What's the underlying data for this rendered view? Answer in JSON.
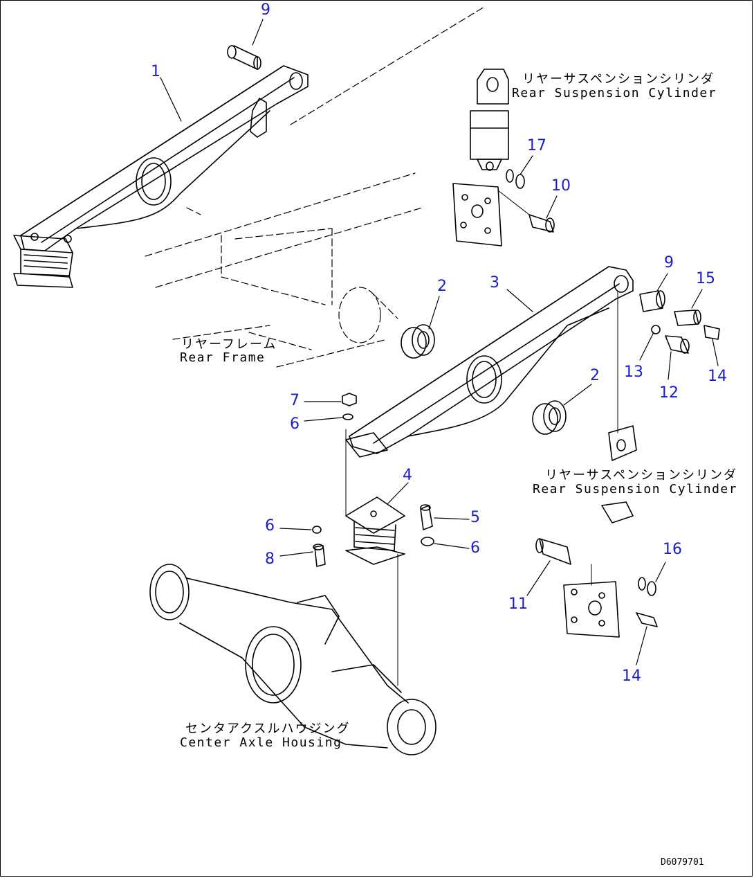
{
  "labels": {
    "rear_cyl_top_jp": "リヤーサスペンションシリンダ",
    "rear_cyl_top_en": "Rear Suspension Cylinder",
    "rear_frame_jp": "リヤーフレーム",
    "rear_frame_en": "Rear Frame",
    "rear_cyl_mid_jp": "リヤーサスペンションシリンダ",
    "rear_cyl_mid_en": "Rear Suspension Cylinder",
    "axle_jp": "センタアクスルハウジング",
    "axle_en": "Center Axle Housing"
  },
  "callouts": [
    {
      "id": "c9a",
      "text": "9"
    },
    {
      "id": "c1",
      "text": "1"
    },
    {
      "id": "c17",
      "text": "17"
    },
    {
      "id": "c10",
      "text": "10"
    },
    {
      "id": "c2a",
      "text": "2"
    },
    {
      "id": "c3",
      "text": "3"
    },
    {
      "id": "c9b",
      "text": "9"
    },
    {
      "id": "c15",
      "text": "15"
    },
    {
      "id": "c13",
      "text": "13"
    },
    {
      "id": "c12",
      "text": "12"
    },
    {
      "id": "c14a",
      "text": "14"
    },
    {
      "id": "c2b",
      "text": "2"
    },
    {
      "id": "c7",
      "text": "7"
    },
    {
      "id": "c6a",
      "text": "6"
    },
    {
      "id": "c4",
      "text": "4"
    },
    {
      "id": "c5",
      "text": "5"
    },
    {
      "id": "c6b",
      "text": "6"
    },
    {
      "id": "c6c",
      "text": "6"
    },
    {
      "id": "c8",
      "text": "8"
    },
    {
      "id": "c16",
      "text": "16"
    },
    {
      "id": "c11",
      "text": "11"
    },
    {
      "id": "c14b",
      "text": "14"
    }
  ],
  "doc_id": "D6079701",
  "colors": {
    "callout": "#1c1cc8",
    "line": "#000000",
    "background": "#ffffff"
  }
}
